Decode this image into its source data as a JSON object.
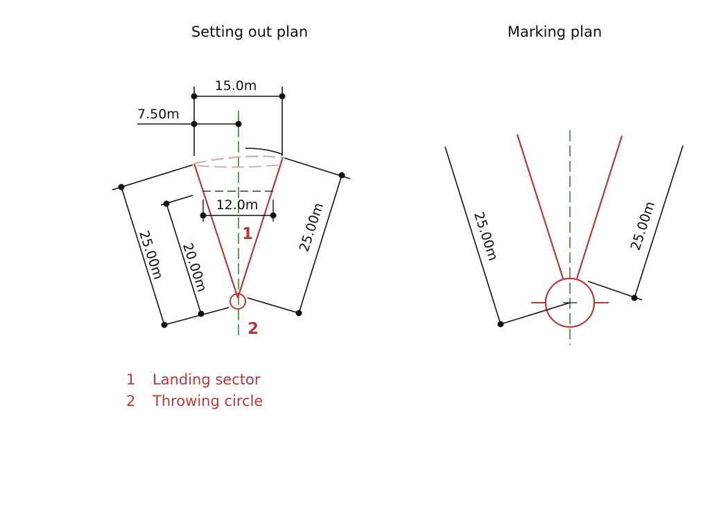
{
  "titles": {
    "setting_out": "Setting out plan",
    "marking": "Marking plan"
  },
  "setting_out_plan": {
    "dimensions": {
      "top_width": "15.0m",
      "half_width": "7.50m",
      "inner_width": "12.0m",
      "left_outer_radius": "25.00m",
      "left_inner_radius": "20.00m",
      "right_radius": "25.00m"
    },
    "markers": {
      "landing_sector": "1",
      "throwing_circle": "2"
    }
  },
  "marking_plan": {
    "dimensions": {
      "left_radius": "25.00m",
      "right_radius": "25.00m"
    }
  },
  "legend": [
    {
      "number": "1",
      "label": "Landing sector"
    },
    {
      "number": "2",
      "label": "Throwing circle"
    }
  ],
  "colors": {
    "line": "#111111",
    "sector": "#b03a3a",
    "centerline": "#3f7f3f",
    "arc_dashed": "#c9b3b3"
  }
}
